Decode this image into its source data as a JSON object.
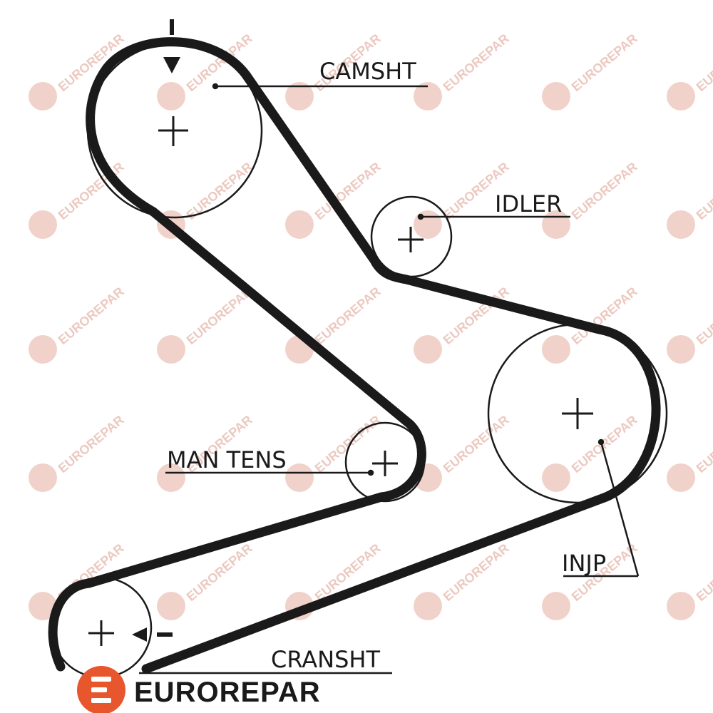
{
  "colors": {
    "belt": "#1a1a1a",
    "pulley_outline": "#1a1a1a",
    "watermark": "#f1d2ca",
    "logo_orange": "#e8562d"
  },
  "labels": {
    "camshaft": "CAMSHT",
    "idler": "IDLER",
    "manual_tensioner": "MAN TENS",
    "injection_pump": "INJP",
    "crankshaft": "CRANSHT"
  },
  "brand": {
    "name": "EUROREPAR",
    "watermark_text": "EUROREPAR",
    "logo_icon": "eurorepar-e-logo-icon"
  },
  "icons": {
    "timing_mark": "down-triangle-icon",
    "crank_mark": "left-triangle-icon",
    "center_mark": "plus-icon"
  }
}
